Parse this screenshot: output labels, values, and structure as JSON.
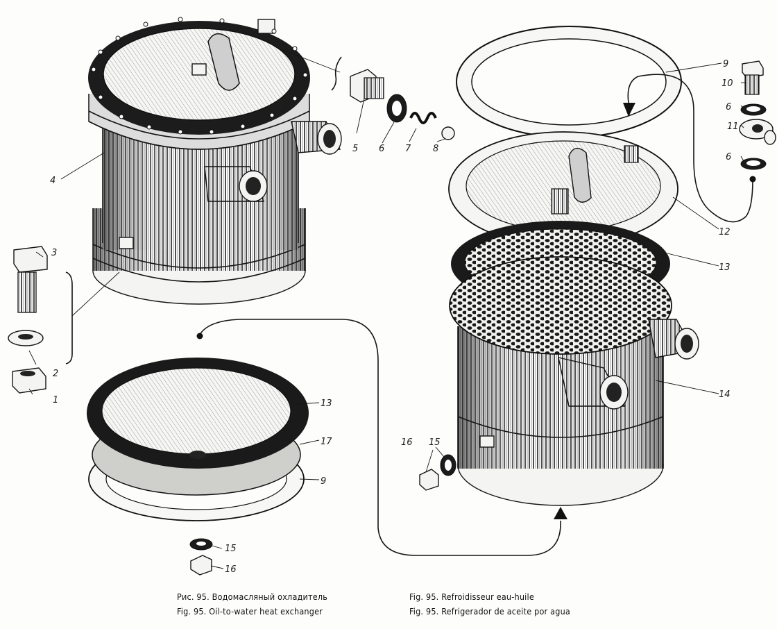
{
  "labels": [
    "1",
    "2",
    "3",
    "4",
    "5",
    "6",
    "7",
    "8",
    "9",
    "6",
    "10",
    "11",
    "6",
    "12",
    "13",
    "14",
    "15",
    "16",
    "13",
    "17",
    "9",
    "15",
    "16"
  ],
  "captions": {
    "ru": "Рис. 95. Водомасляный охладитель",
    "en": "Fig. 95. Oil-to-water heat exchanger",
    "fr": "Fig. 95. Refroidisseur eau-huile",
    "es": "Fig. 95. Refrigerador de aceite por agua"
  }
}
